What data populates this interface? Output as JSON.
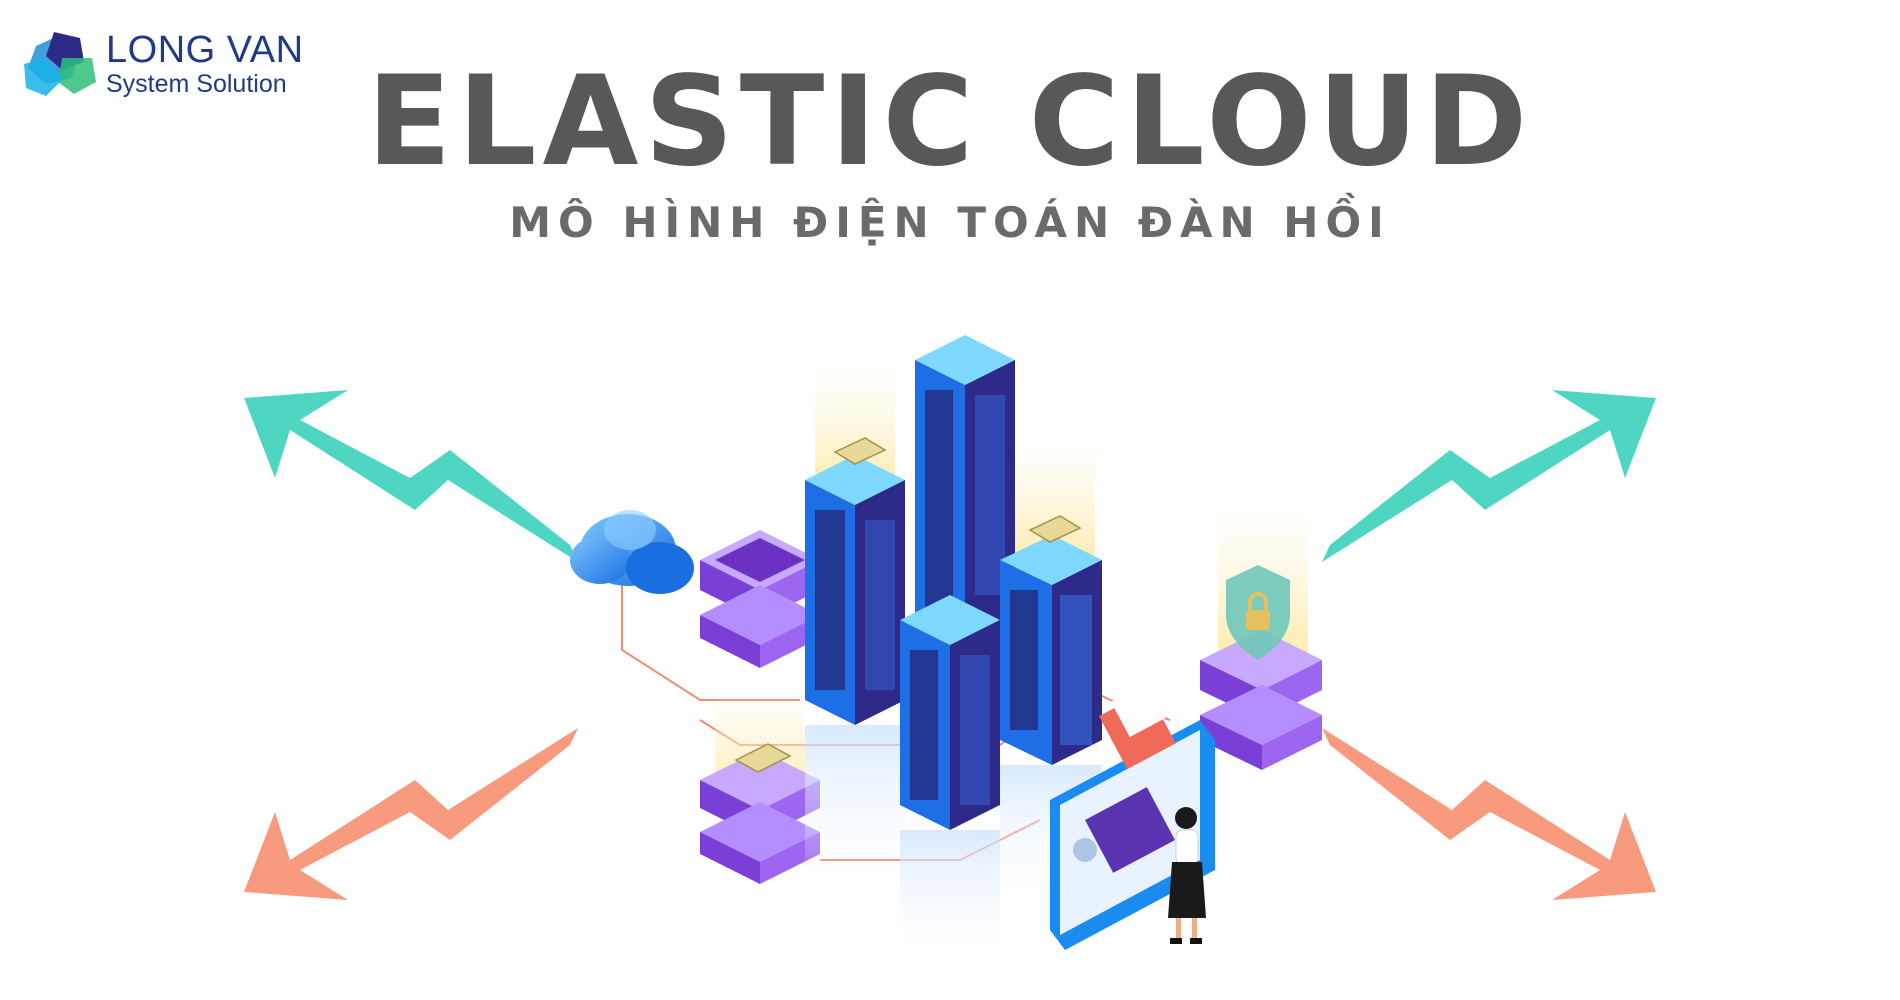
{
  "logo": {
    "name": "LONG VAN",
    "tagline": "System Solution"
  },
  "header": {
    "title": "ELASTIC CLOUD",
    "subtitle": "MÔ HÌNH ĐIỆN TOÁN ĐÀN HỒI"
  },
  "colors": {
    "arrow_up": "#4fd6c3",
    "arrow_down": "#f79a7e",
    "server_blue": "#1a8cf0",
    "server_dark": "#2d2a8a",
    "stack_purple": "#8a5ce0",
    "title_gray": "#585858"
  },
  "illustration": {
    "icons": [
      "cloud-icon",
      "server-tower-icon",
      "envelope-icon",
      "shield-lock-icon",
      "document-screen-icon",
      "person-icon",
      "growth-arrow-icon",
      "decline-arrow-icon"
    ]
  }
}
